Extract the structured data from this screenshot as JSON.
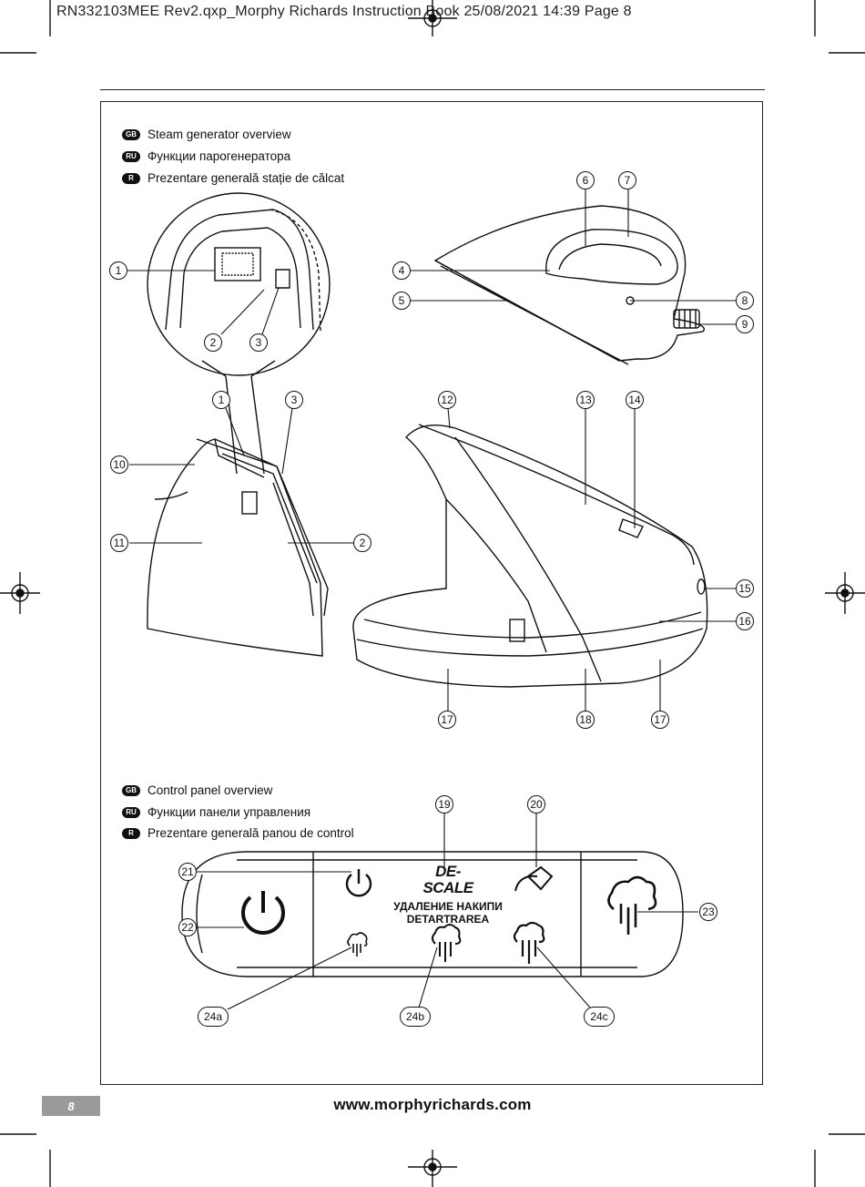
{
  "header": {
    "slug": "RN332103MEE Rev2.qxp_Morphy Richards Instruction Book  25/08/2021  14:39  Page 8"
  },
  "section_steam": {
    "rows": [
      {
        "badge": "GB",
        "text": "Steam generator overview"
      },
      {
        "badge": "RU",
        "text": "Функции парогенератора"
      },
      {
        "badge": "R",
        "text": "Prezentare generală stație de călcat"
      }
    ]
  },
  "section_panel": {
    "rows": [
      {
        "badge": "GB",
        "text": "Control panel overview"
      },
      {
        "badge": "RU",
        "text": "Функции панели управления"
      },
      {
        "badge": "R",
        "text": "Prezentare generală panou de control"
      }
    ]
  },
  "callouts": {
    "c1": "1",
    "c2": "2",
    "c3": "3",
    "c4": "4",
    "c5": "5",
    "c6": "6",
    "c7": "7",
    "c8": "8",
    "c9": "9",
    "c10": "10",
    "c11": "11",
    "c12": "12",
    "c13": "13",
    "c14": "14",
    "c15": "15",
    "c16": "16",
    "c17": "17",
    "c18": "18",
    "c19": "19",
    "c20": "20",
    "c21": "21",
    "c22": "22",
    "c23": "23",
    "c24a": "24a",
    "c24b": "24b",
    "c24c": "24c"
  },
  "control_panel": {
    "descale_line1": "DE-",
    "descale_line2": "SCALE",
    "descale_ru": "УДАЛЕНИЕ НАКИПИ",
    "descale_ro": "DETARTRAREA"
  },
  "footer": {
    "page_number": "8",
    "website": "www.morphyrichards.com"
  }
}
